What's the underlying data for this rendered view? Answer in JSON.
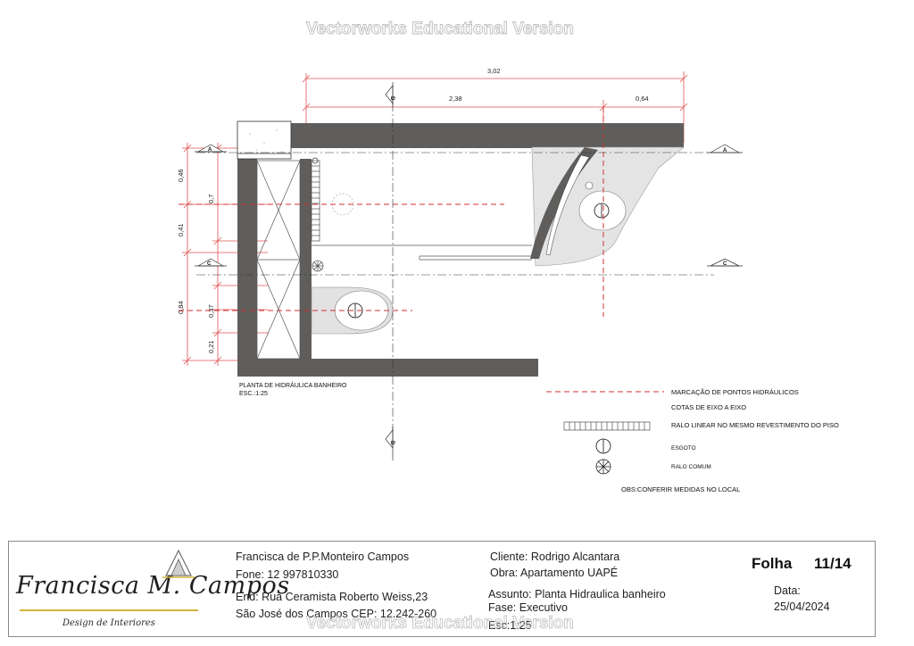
{
  "watermark": "Vectorworks Educational Version",
  "dimensions": {
    "total_width": "3,02",
    "left_width": "2,38",
    "right_width": "0,64",
    "left_outer_top": "0,46",
    "left_outer_mid": "0,41",
    "left_outer_bottom": "0,84",
    "left_inner_1": "0,7",
    "left_inner_2": "0,37",
    "left_inner_3": "0,21"
  },
  "section_marks": {
    "a": "A",
    "b": "B",
    "c": "C"
  },
  "plan_label": {
    "title": "PLANTA DE HIDRÁULICA BANHEIRO",
    "scale": "ESC.:1:25"
  },
  "legend": {
    "pontos": "MARCAÇÃO DE PONTOS HIDRÁULICOS",
    "cotas": "COTAS DE EIXO A EIXO",
    "ralo_linear": "RALO LINEAR NO MESMO REVESTIMENTO DO PISO",
    "esgoto": "ESGOTO",
    "ralo_comum": "RALO COMUM",
    "obs": "OBS:CONFERIR MEDIDAS NO LOCAL"
  },
  "colors": {
    "wall": "#5f5e5c",
    "red_line": "#d32f2f",
    "dim_line": "#e05050",
    "accent_gold": "#d6b53c"
  },
  "title_block": {
    "logo_name": "Francisca M. Campos",
    "logo_sub": "Design de Interiores",
    "designer": "Francisca de P.P.Monteiro Campos",
    "phone": "Fone: 12 997810330",
    "address": "End: Rua Ceramista Roberto Weiss,23",
    "city": "São José dos Campos  CEP: 12.242-260",
    "client": "Cliente: Rodrigo Alcantara",
    "work": "Obra: Apartamento UAPÉ",
    "subject": "Assunto: Planta Hidraulica banheiro",
    "phase": "Fase:  Executivo",
    "scale": "Esc:1:25",
    "sheet_label": "Folha",
    "sheet_number": "11/14",
    "date_label": "Data:",
    "date_value": "25/04/2024"
  }
}
